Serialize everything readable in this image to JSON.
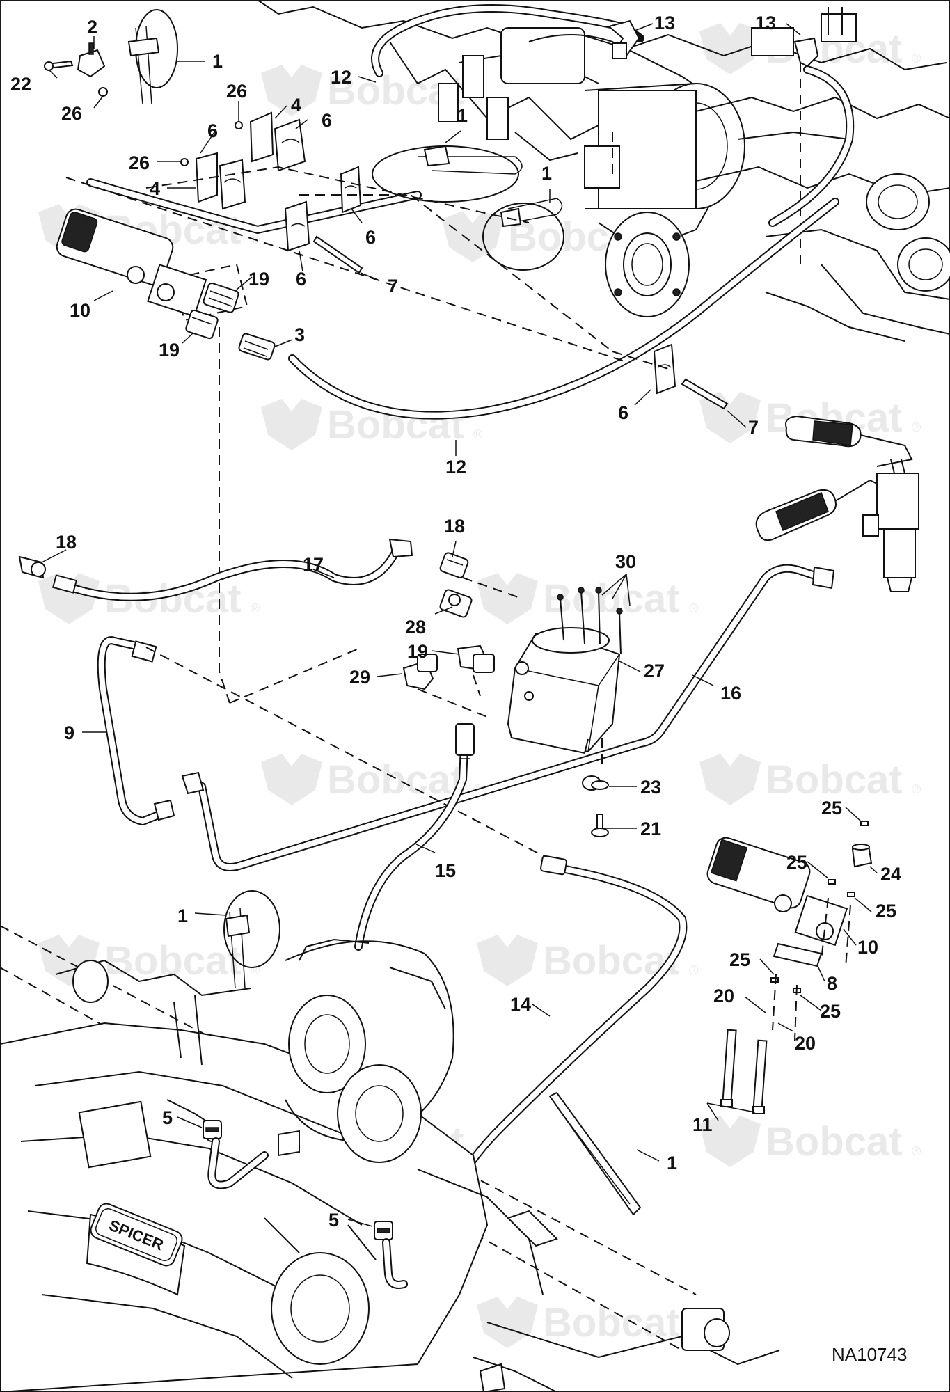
{
  "drawing_id": "NA10743",
  "watermark": {
    "brand": "Bobcat",
    "mark": "®",
    "color": "#e9e9e9"
  },
  "callouts": [
    {
      "id": "c1",
      "text": "1"
    },
    {
      "id": "c2",
      "text": "2"
    },
    {
      "id": "c22",
      "text": "22"
    },
    {
      "id": "c26a",
      "text": "26"
    },
    {
      "id": "c12a",
      "text": "12"
    },
    {
      "id": "c13a",
      "text": "13"
    },
    {
      "id": "c13b",
      "text": "13"
    },
    {
      "id": "c26b",
      "text": "26"
    },
    {
      "id": "c4a",
      "text": "4"
    },
    {
      "id": "c6a",
      "text": "6"
    },
    {
      "id": "c1b",
      "text": "1"
    },
    {
      "id": "c6b",
      "text": "6"
    },
    {
      "id": "c26c",
      "text": "26"
    },
    {
      "id": "c4b",
      "text": "4"
    },
    {
      "id": "c1c",
      "text": "1"
    },
    {
      "id": "c6c",
      "text": "6"
    },
    {
      "id": "c6d",
      "text": "6"
    },
    {
      "id": "c7a",
      "text": "7"
    },
    {
      "id": "c19a",
      "text": "19"
    },
    {
      "id": "c10a",
      "text": "10"
    },
    {
      "id": "c19b",
      "text": "19"
    },
    {
      "id": "c3",
      "text": "3"
    },
    {
      "id": "c6e",
      "text": "6"
    },
    {
      "id": "c7b",
      "text": "7"
    },
    {
      "id": "c12b",
      "text": "12"
    },
    {
      "id": "c18a",
      "text": "18"
    },
    {
      "id": "c18b",
      "text": "18"
    },
    {
      "id": "c17",
      "text": "17"
    },
    {
      "id": "c30",
      "text": "30"
    },
    {
      "id": "c28",
      "text": "28"
    },
    {
      "id": "c19c",
      "text": "19"
    },
    {
      "id": "c27",
      "text": "27"
    },
    {
      "id": "c29",
      "text": "29"
    },
    {
      "id": "c16",
      "text": "16"
    },
    {
      "id": "c9",
      "text": "9"
    },
    {
      "id": "c23",
      "text": "23"
    },
    {
      "id": "c21",
      "text": "21"
    },
    {
      "id": "c25a",
      "text": "25"
    },
    {
      "id": "c25b",
      "text": "25"
    },
    {
      "id": "c24",
      "text": "24"
    },
    {
      "id": "c15",
      "text": "15"
    },
    {
      "id": "c25c",
      "text": "25"
    },
    {
      "id": "c1d",
      "text": "1"
    },
    {
      "id": "c10b",
      "text": "10"
    },
    {
      "id": "c25d",
      "text": "25"
    },
    {
      "id": "c8",
      "text": "8"
    },
    {
      "id": "c20a",
      "text": "20"
    },
    {
      "id": "c25e",
      "text": "25"
    },
    {
      "id": "c14",
      "text": "14"
    },
    {
      "id": "c20b",
      "text": "20"
    },
    {
      "id": "c5a",
      "text": "5"
    },
    {
      "id": "c11",
      "text": "11"
    },
    {
      "id": "c1e",
      "text": "1"
    },
    {
      "id": "c5b",
      "text": "5"
    }
  ],
  "logo_text": "SPICER"
}
